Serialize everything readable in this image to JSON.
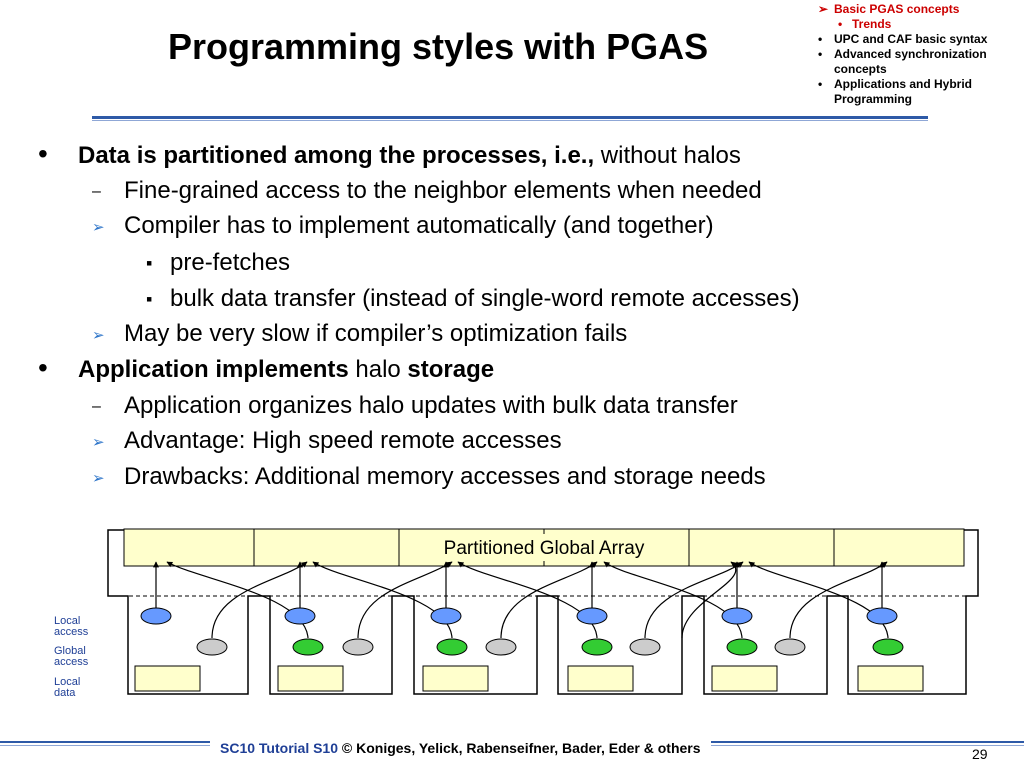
{
  "title": "Programming styles with PGAS",
  "nav": [
    {
      "label": "Basic PGAS concepts",
      "marker": "➢",
      "current": true,
      "level": 1
    },
    {
      "label": "Trends",
      "marker": "•",
      "current": true,
      "level": 2
    },
    {
      "label": "UPC and CAF basic syntax",
      "marker": "•",
      "current": false,
      "level": 1
    },
    {
      "label": "Advanced synchronization concepts",
      "marker": "•",
      "current": false,
      "level": 1
    },
    {
      "label": "Applications and Hybrid Programming",
      "marker": "•",
      "current": false,
      "level": 1
    }
  ],
  "bullets": {
    "b1": {
      "bold": "Data is partitioned among the processes, i.e.,",
      "rest": " without halos"
    },
    "b1_1": "Fine-grained access to the neighbor elements when needed",
    "b1_2": "Compiler has to implement automatically (and together)",
    "b1_2_1": "pre-fetches",
    "b1_2_2": "bulk data transfer (instead of single-word remote accesses)",
    "b1_3": "May be very slow if compiler’s optimization fails",
    "b2": {
      "bold1": "Application implements",
      "mid": " halo ",
      "bold2": "storage"
    },
    "b2_1": "Application organizes halo updates with bulk data transfer",
    "b2_2": "Advantage:  High speed remote accesses",
    "b2_3": "Drawbacks:  Additional memory accesses and storage needs"
  },
  "markers": {
    "lvl1": "•",
    "dash": "–",
    "arrow": "➢",
    "square": "▪"
  },
  "diagram": {
    "array_label": "Partitioned Global Array",
    "legend": {
      "local_access": "Local access",
      "global_access": "Global access",
      "local_data": "Local data"
    },
    "colors": {
      "array_fill": "#ffffcc",
      "local_access": "#6699ff",
      "global_access_green": "#33cc33",
      "global_access_gray": "#cccccc",
      "local_data_fill": "#ffffcc"
    }
  },
  "footer": {
    "event": "SC10 Tutorial S10",
    "authors": "© Koniges, Yelick, Rabenseifner, Bader, Eder & others",
    "page": "29"
  }
}
